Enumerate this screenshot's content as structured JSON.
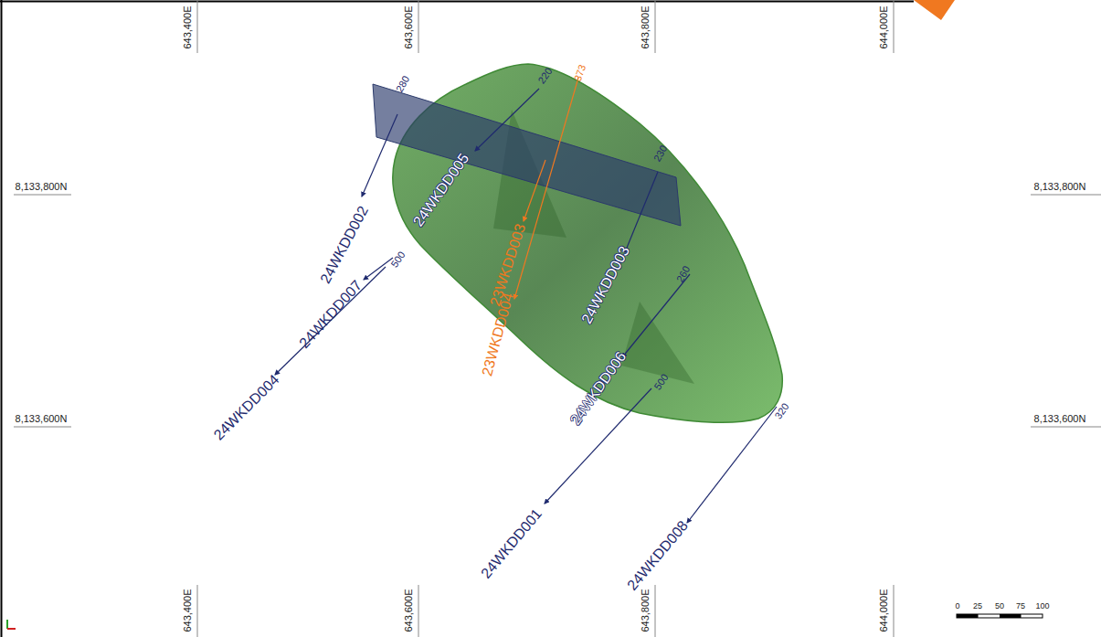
{
  "diagram": {
    "labels": [
      "643,400E",
      "643,600E",
      "643,800E",
      "644,000E",
      "8,133,800N",
      "8,133,800N",
      "8,133,600N",
      "8,133,600N",
      "280",
      "24WKDD002",
      "220",
      "24WKDD005",
      "373",
      "23WKDD003",
      "230",
      "24WKDD003",
      "500",
      "24WKDD007",
      "24WKDD004",
      "23WKDD004",
      "260",
      "24WKDD006",
      "500",
      "24WKDD001",
      "320",
      "24WKDD008",
      "643,400E",
      "643,600E",
      "643,800E",
      "644,000E",
      "0",
      "25",
      "50",
      "75",
      "100"
    ]
  }
}
